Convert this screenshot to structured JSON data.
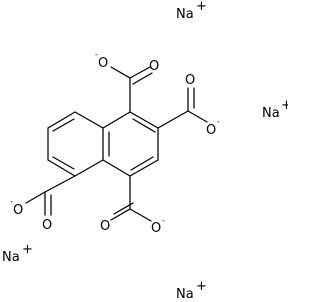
{
  "structure": {
    "atoms": {
      "oxygen": "O",
      "minus": "-"
    },
    "ions": [
      {
        "element": "Na",
        "charge": "+"
      },
      {
        "element": "Na",
        "charge": "+"
      },
      {
        "element": "Na",
        "charge": "+"
      },
      {
        "element": "Na",
        "charge": "+"
      }
    ]
  }
}
